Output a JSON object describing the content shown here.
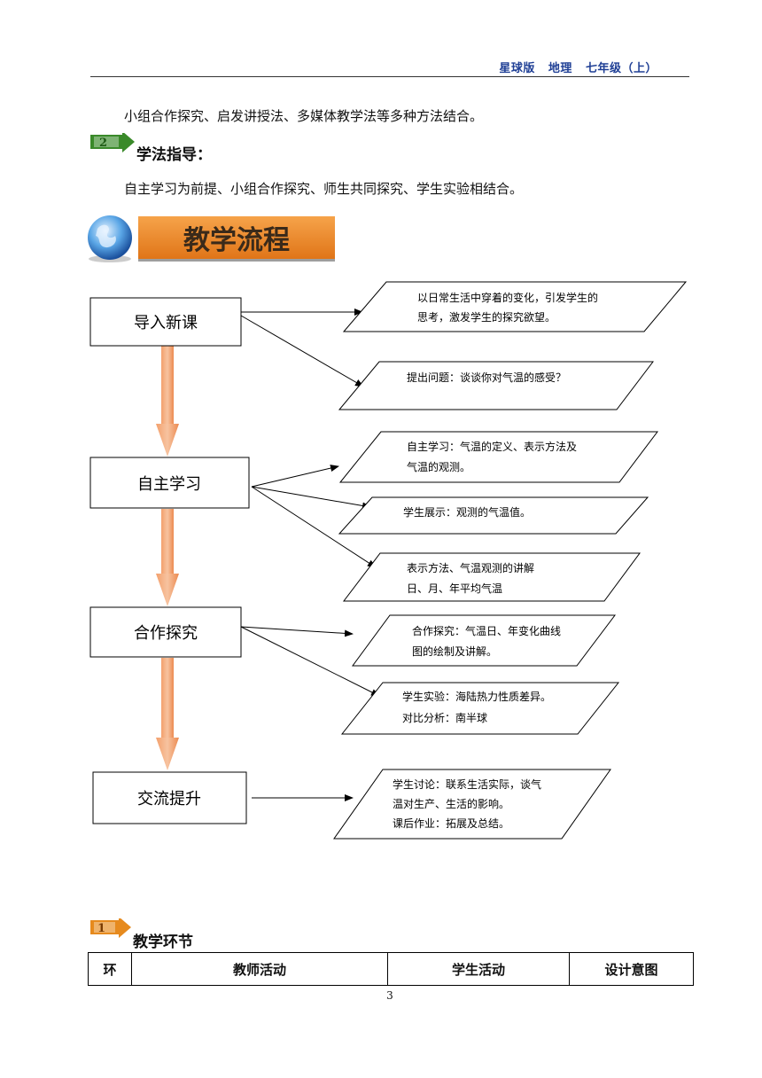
{
  "header": {
    "text": "星球版   地理   七年级（上）"
  },
  "method_line": "小组合作探究、启发讲授法、多媒体教学法等多种方法结合。",
  "study_guide": {
    "badge": "2",
    "title": "学法指导：",
    "text": "自主学习为前提、小组合作探究、师生共同探究、学生实验相结合。"
  },
  "process_banner": {
    "title": "教学流程"
  },
  "flow": {
    "steps": [
      "导入新课",
      "自主学习",
      "合作探究",
      "交流提升"
    ],
    "notes": [
      [
        "以日常生活中穿着的变化，引发学生的",
        "思考，激发学生的探究欲望。"
      ],
      [
        "提出问题：谈谈你对气温的感受？"
      ],
      [
        "自主学习：气温的定义、表示方法及",
        "气温的观测。"
      ],
      [
        "学生展示：观测的气温值。"
      ],
      [
        "表示方法、气温观测的讲解",
        "日、月、年平均气温"
      ],
      [
        "合作探究：气温日、年变化曲线",
        "图的绘制及讲解。"
      ],
      [
        "学生实验：海陆热力性质差异。",
        "对比分析：南半球"
      ],
      [
        "学生讨论：联系生活实际，谈气",
        "温对生产、生活的影响。",
        "课后作业：拓展及总结。"
      ]
    ]
  },
  "teaching_steps": {
    "badge": "1",
    "title": "教学环节",
    "columns": [
      "环",
      "教师活动",
      "学生活动",
      "设计意图"
    ]
  },
  "page_number": "3",
  "colors": {
    "header_blue": "#1f3f95",
    "arrow_orange": "#f0935a",
    "banner_orange": "#f08a2a",
    "badge_green": "#3a8a2a"
  }
}
